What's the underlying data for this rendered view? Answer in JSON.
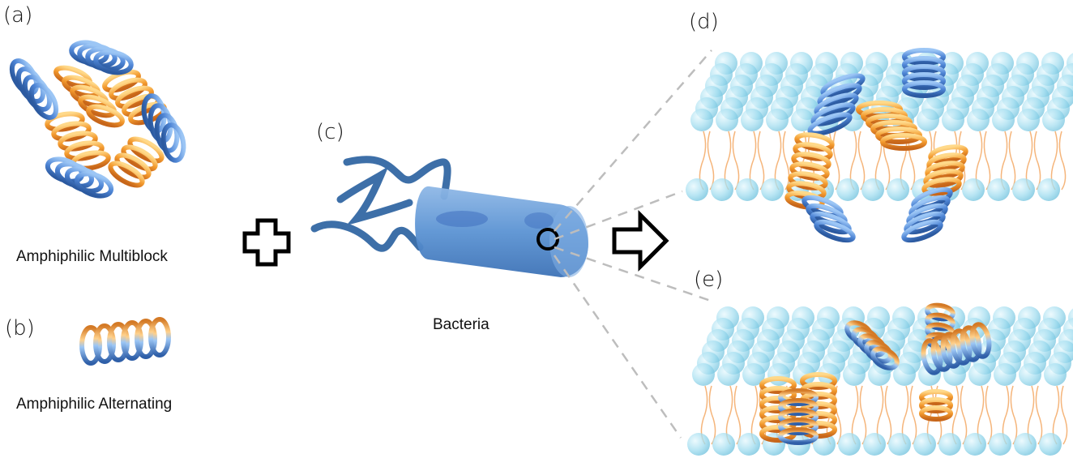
{
  "panels": {
    "a": {
      "label": "(a)",
      "caption": "Amphiphilic Multiblock"
    },
    "b": {
      "label": "(b)",
      "caption": "Amphiphilic Alternating"
    },
    "c": {
      "label": "(c)",
      "caption": "Bacteria"
    },
    "d": {
      "label": "(d)"
    },
    "e": {
      "label": "(e)"
    }
  },
  "symbols": {
    "plus": "plus-icon",
    "arrow": "arrow-right-icon"
  },
  "colors": {
    "hydrophobic": "#f39a2e",
    "hydrophilic": "#4f86d6",
    "bacteria": "#5b93d3",
    "lipid_head": "#9fdcef",
    "lipid_tail": "#f2a25a",
    "dashed": "#bdbdbd"
  }
}
